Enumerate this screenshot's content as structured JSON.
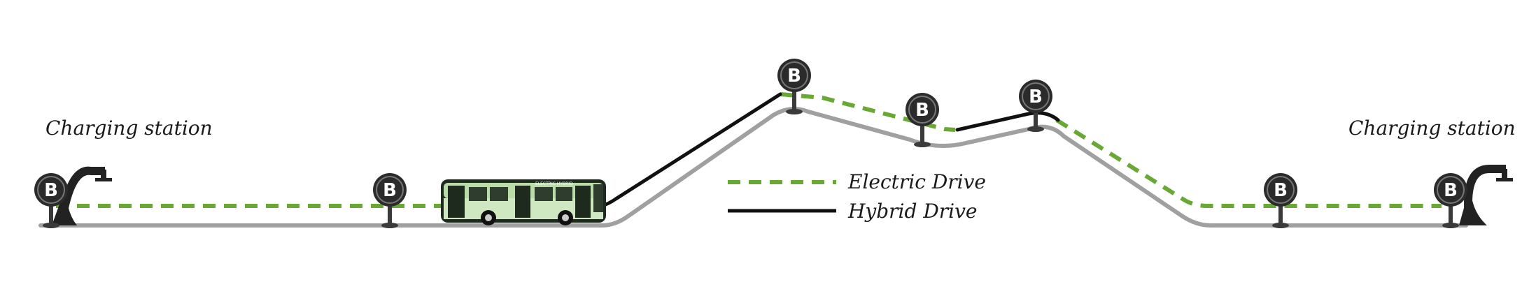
{
  "labels": {
    "left_station": "Charging station",
    "right_station": "Charging station",
    "legend_electric": "Electric Drive",
    "legend_hybrid": "Hybrid Drive"
  },
  "stops": {
    "marker_letter": "B"
  },
  "bus": {
    "side_text": "ELECTRIC HYBRID"
  },
  "colors": {
    "electric": "#6aa836",
    "hybrid": "#111111",
    "road": "#a0a0a0",
    "marker": "#2b2b2b",
    "bus_body": "#b9dca8",
    "bus_dark": "#1e2a1e"
  }
}
